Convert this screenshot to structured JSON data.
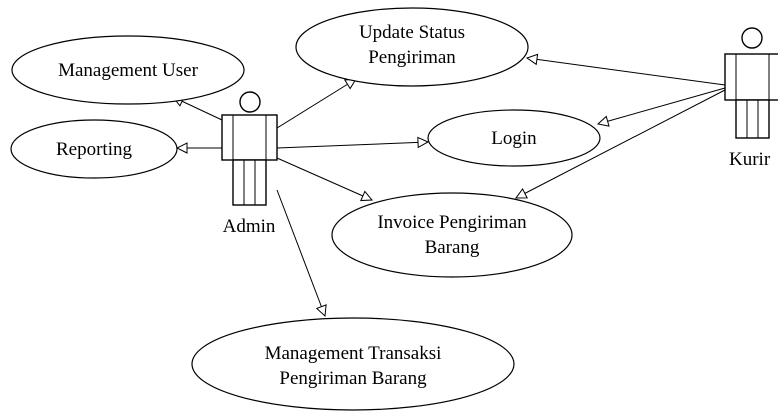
{
  "actors": {
    "admin": {
      "label": "Admin"
    },
    "kurir": {
      "label": "Kurir"
    }
  },
  "use_cases": {
    "management_user": {
      "label": "Management User"
    },
    "reporting": {
      "label": "Reporting"
    },
    "update_status": {
      "line1": "Update Status",
      "line2": "Pengiriman"
    },
    "login": {
      "label": "Login"
    },
    "invoice": {
      "line1": "Invoice Pengiriman",
      "line2": "Barang"
    },
    "management_transaksi": {
      "line1": "Management Transaksi",
      "line2": "Pengiriman Barang"
    }
  },
  "colors": {
    "line": "#000000",
    "fill": "#ffffff",
    "text": "#000000"
  }
}
